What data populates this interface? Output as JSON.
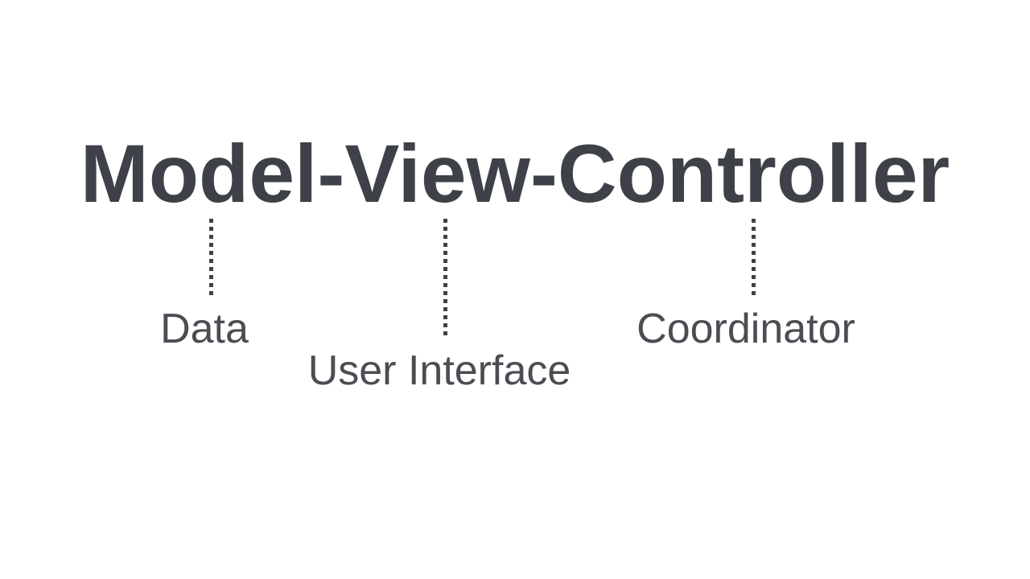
{
  "page": {
    "background_color": "#ffffff",
    "title_color": "#3e4248",
    "label_color": "#4a4d52",
    "connector_color": "#3e4248",
    "connector_style": "dotted-vertical"
  },
  "title": {
    "text": "Model-View-Controller"
  },
  "annotations": [
    {
      "term": "Model",
      "label": "Data"
    },
    {
      "term": "View",
      "label": "User Interface"
    },
    {
      "term": "Controller",
      "label": "Coordinator"
    }
  ]
}
